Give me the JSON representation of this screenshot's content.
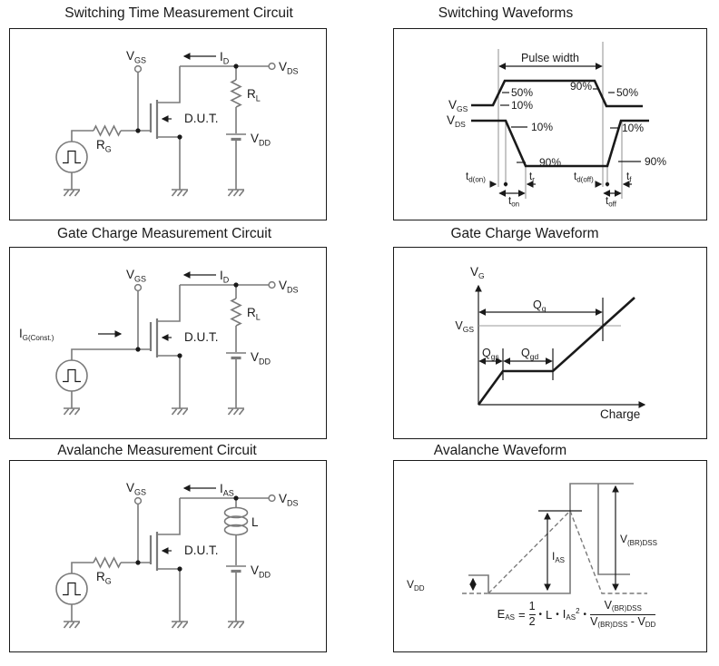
{
  "titles": {
    "p1": "Switching Time Measurement Circuit",
    "p2": "Switching Waveforms",
    "p3": "Gate Charge Measurement Circuit",
    "p4": "Gate Charge Waveform",
    "p5": "Avalanche Measurement Circuit",
    "p6": "Avalanche Waveform"
  },
  "sym": {
    "vgs": {
      "b": "V",
      "s": "GS"
    },
    "vds": {
      "b": "V",
      "s": "DS"
    },
    "vdd": {
      "b": "V",
      "s": "DD"
    },
    "vg": {
      "b": "V",
      "s": "G"
    },
    "rg": {
      "b": "R",
      "s": "G"
    },
    "rl": {
      "b": "R",
      "s": "L"
    },
    "id": {
      "b": "I",
      "s": "D"
    },
    "ias": {
      "b": "I",
      "s": "AS"
    },
    "ig": {
      "b": "I",
      "s": "G(Const.)"
    },
    "vbrdss": {
      "b": "V",
      "s": "(BR)DSS"
    },
    "qg": {
      "b": "Q",
      "s": "g"
    },
    "qgs": {
      "b": "Q",
      "s": "gs"
    },
    "qgd": {
      "b": "Q",
      "s": "gd"
    },
    "dut": "D.U.T.",
    "l": "L",
    "charge_axis": "Charge",
    "pulse_width": "Pulse width"
  },
  "pct": {
    "p10": "10%",
    "p50": "50%",
    "p90": "90%"
  },
  "timing": {
    "tdon": {
      "b": "t",
      "s": "d(on)"
    },
    "tr": {
      "b": "t",
      "s": "r"
    },
    "tdoff": {
      "b": "t",
      "s": "d(off)"
    },
    "tf": {
      "b": "t",
      "s": "f"
    },
    "ton": {
      "b": "t",
      "s": "on"
    },
    "toff": {
      "b": "t",
      "s": "off"
    }
  },
  "formula": {
    "lhs": {
      "b": "E",
      "s": "AS"
    },
    "eq": "=",
    "half": {
      "num": "1",
      "den": "2"
    },
    "dot": "•",
    "l": "L",
    "ias": {
      "b": "I",
      "s": "AS",
      "sup": "2"
    },
    "frac": {
      "num": {
        "b": "V",
        "s": "(BR)DSS"
      },
      "den": {
        "b1": "V",
        "s1": "(BR)DSS",
        "minus": "-",
        "b2": "V",
        "s2": "DD"
      }
    }
  },
  "colors": {
    "ink": "#1a1a1a",
    "wire": "#7a7a7a",
    "guide": "#999999",
    "paper": "#ffffff"
  }
}
